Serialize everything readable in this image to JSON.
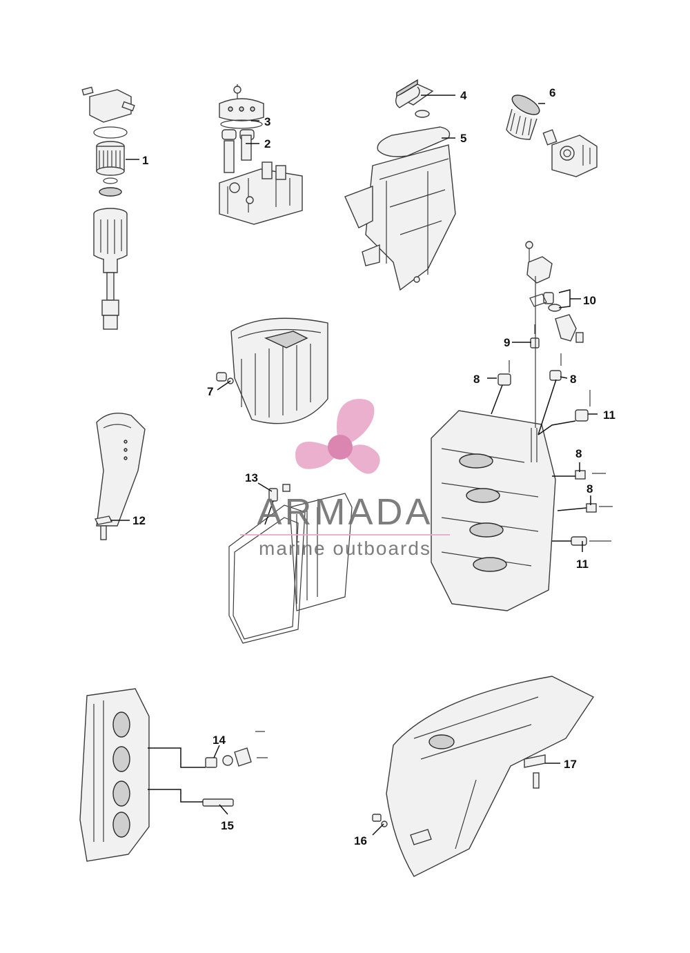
{
  "watermark": {
    "brand": "ARMADA",
    "tagline": "marine outboards",
    "logo_color": "#e8a8c8",
    "hub_color": "#d77aa8",
    "text_color": "#6f6f6f"
  },
  "callouts": [
    "1",
    "2",
    "3",
    "4",
    "5",
    "6",
    "7",
    "8",
    "8",
    "8",
    "8",
    "9",
    "10",
    "11",
    "11",
    "12",
    "13",
    "14",
    "15",
    "16",
    "17"
  ]
}
